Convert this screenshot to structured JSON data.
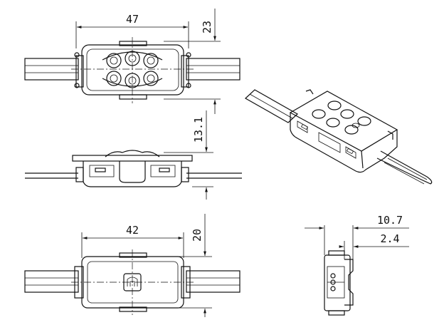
{
  "dimensions": {
    "top_width": "47",
    "top_height": "23",
    "side_height": "13.1",
    "bottom_width": "42",
    "bottom_height": "20",
    "end_width": "10.7",
    "end_offset": "2.4"
  },
  "colors": {
    "line": "#111111",
    "background": "#ffffff"
  }
}
